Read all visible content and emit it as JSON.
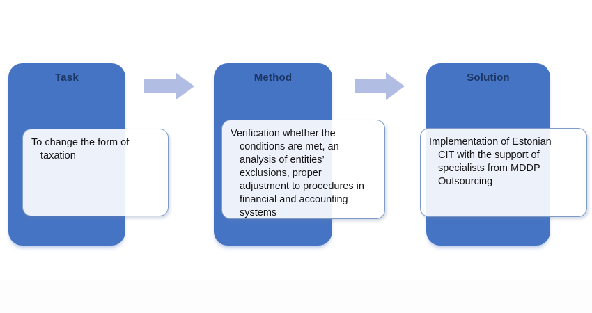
{
  "diagram": {
    "title": "Task Method Solution flow",
    "columns": [
      {
        "id": "task",
        "title": "Task",
        "body": "To change the form of\ntaxation"
      },
      {
        "id": "method",
        "title": "Method",
        "body": "Verification whether the\nconditions are met, an\nanalysis of entities’\nexclusions, proper\nadjustment to procedures in\nfinancial and accounting\nsystems"
      },
      {
        "id": "solution",
        "title": "Solution",
        "body": "Implementation of Estonian\nCIT with the support of\nspecialists from MDDP\nOutsourcing"
      }
    ],
    "arrows": [
      {
        "from": "task",
        "to": "method"
      },
      {
        "from": "method",
        "to": "solution"
      }
    ],
    "colors": {
      "step_box_blue": "#4674c5",
      "step_title_navy": "#1b3664",
      "arrow_periwinkle": "#b2bde3",
      "card_border_blue": "#7e9bc7",
      "body_text": "#151515"
    }
  }
}
